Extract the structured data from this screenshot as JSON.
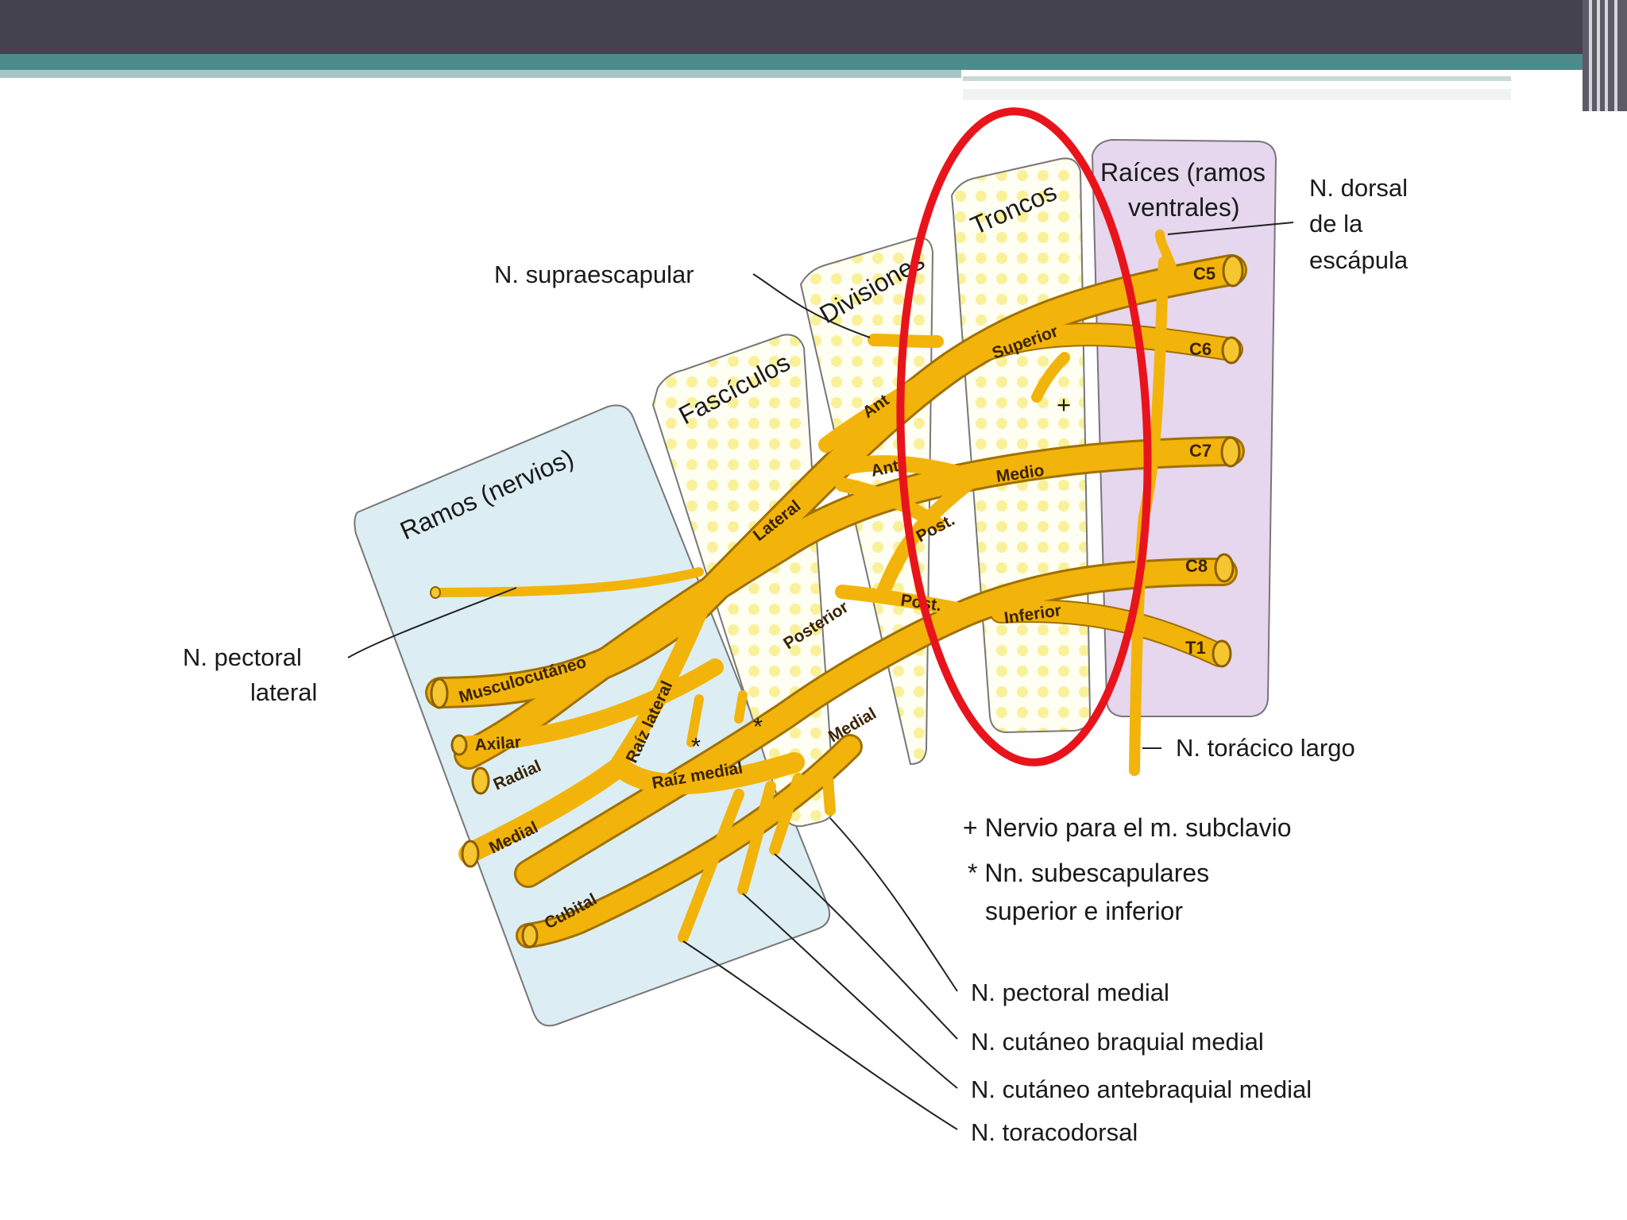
{
  "colors": {
    "header_dark": "#44424f",
    "header_teal": "#4d8a8c",
    "nerve": "#f2b40a",
    "highlight_ellipse": "#e8141c",
    "panel_ramos": "#dceef4",
    "panel_raices": "#e6d6ee",
    "panel_grid": "#fbf6b8"
  },
  "panels": {
    "ramos": "Ramos (nervios)",
    "fasciculos": "Fascículos",
    "divisiones": "Divisiones",
    "troncos": "Troncos",
    "raices_line1": "Raíces (ramos",
    "raices_line2": "ventrales)"
  },
  "roots": [
    "C5",
    "C6",
    "C7",
    "C8",
    "T1"
  ],
  "trunks": {
    "superior": "Superior",
    "medio": "Medio",
    "inferior": "Inferior"
  },
  "divisions": {
    "ant1": "Ant",
    "ant2": "Ant",
    "post1": "Post.",
    "post2": "Post."
  },
  "cords": {
    "lateral": "Lateral",
    "posterior": "Posterior",
    "medial": "Medial"
  },
  "cord_roots": {
    "raiz_lateral": "Raíz lateral",
    "raiz_medial": "Raíz medial"
  },
  "branches": {
    "musculocutaneo": "Musculocutáneo",
    "axilar": "Axilar",
    "radial": "Radial",
    "medial": "Medial",
    "cubital": "Cubital"
  },
  "labels": {
    "supraescapular": "N. supraescapular",
    "dorsal_escapula_1": "N. dorsal",
    "dorsal_escapula_2": "de la",
    "dorsal_escapula_3": "escápula",
    "pectoral_lateral_1": "N. pectoral",
    "pectoral_lateral_2": "lateral",
    "toracico_largo": "N. torácico largo",
    "pectoral_medial": "N. pectoral medial",
    "cutaneo_braquial": "N. cutáneo braquial medial",
    "cutaneo_antebraquial": "N. cutáneo antebraquial medial",
    "toracodorsal": "N. toracodorsal"
  },
  "symbols": {
    "plus": "+",
    "star": "*"
  },
  "legend": {
    "plus_text": "+ Nervio para el m. subclavio",
    "star_text_1": "* Nn. subescapulares",
    "star_text_2": "superior e inferior"
  }
}
